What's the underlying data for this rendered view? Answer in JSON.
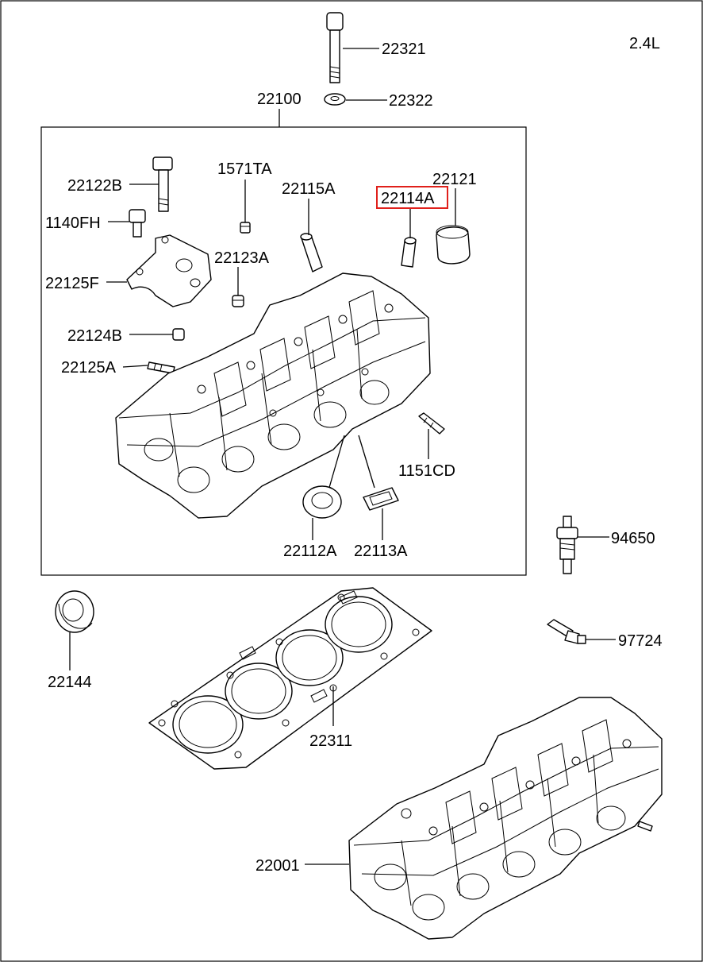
{
  "engine": "2.4L",
  "callouts": {
    "p22321": "22321",
    "p22322": "22322",
    "p22100": "22100",
    "p22122B": "22122B",
    "p1571TA": "1571TA",
    "p22115A": "22115A",
    "p22114A": "22114A",
    "p22121": "22121",
    "p1140FH": "1140FH",
    "p22123A": "22123A",
    "p22125F": "22125F",
    "p22124B": "22124B",
    "p22125A": "22125A",
    "p1151CD": "1151CD",
    "p22112A": "22112A",
    "p22113A": "22113A",
    "p94650": "94650",
    "p22144": "22144",
    "p97724": "97724",
    "p22311": "22311",
    "p22001": "22001"
  },
  "highlighted_part": "22114A",
  "colors": {
    "highlight": "#e0201b",
    "ink": "#000000",
    "background": "#ffffff"
  }
}
